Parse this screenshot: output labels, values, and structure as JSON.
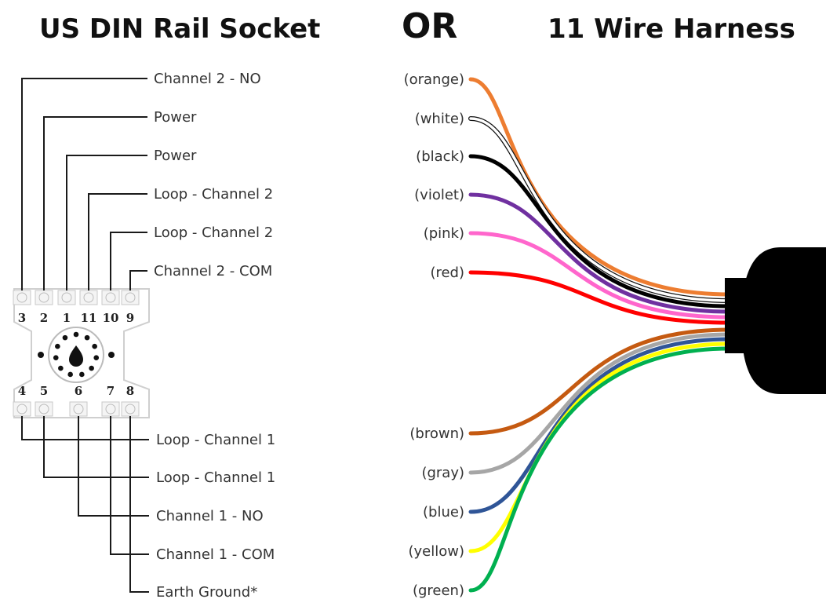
{
  "titles": {
    "left": "US DIN Rail Socket",
    "middle": "OR",
    "right": "11 Wire Harness"
  },
  "socket": {
    "top_pins": [
      "3",
      "2",
      "1",
      "11",
      "10",
      "9"
    ],
    "bottom_pins": [
      "4",
      "5",
      "6",
      "7",
      "8"
    ],
    "top_labels": [
      "Channel 2 - NO",
      "Power",
      "Power",
      "Loop - Channel 2",
      "Loop - Channel 2",
      "Channel 2 - COM"
    ],
    "bottom_labels": [
      "Loop - Channel 1",
      "Loop - Channel 1",
      "Channel 1 - NO",
      "Channel 1 - COM",
      "Earth Ground*"
    ]
  },
  "harness": {
    "wires": [
      {
        "label": "(orange)",
        "color": "#ed7d31"
      },
      {
        "label": "(white)",
        "color": "#ffffff"
      },
      {
        "label": "(black)",
        "color": "#000000"
      },
      {
        "label": "(violet)",
        "color": "#7030a0"
      },
      {
        "label": "(pink)",
        "color": "#ff66cc"
      },
      {
        "label": "(red)",
        "color": "#ff0000"
      },
      {
        "label": "(brown)",
        "color": "#c55a11"
      },
      {
        "label": "(gray)",
        "color": "#a6a6a6"
      },
      {
        "label": "(blue)",
        "color": "#2f5597"
      },
      {
        "label": "(yellow)",
        "color": "#ffff00"
      },
      {
        "label": "(green)",
        "color": "#00b050"
      }
    ]
  }
}
